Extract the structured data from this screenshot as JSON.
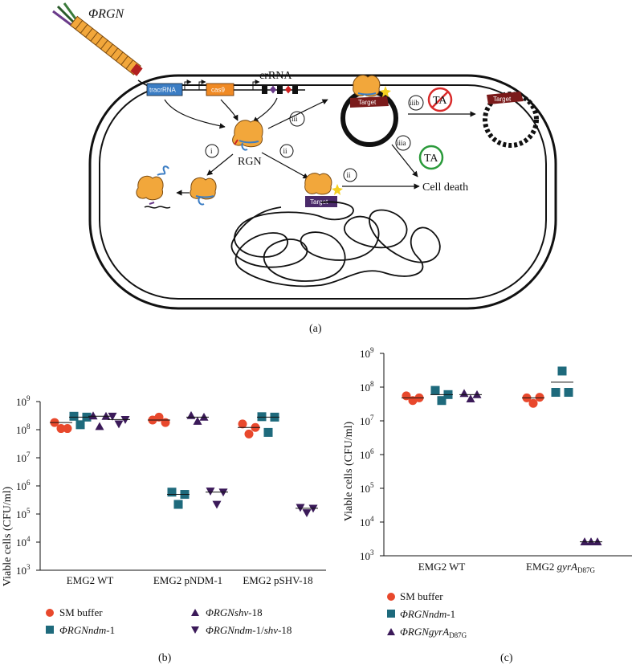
{
  "colors": {
    "sm": "#e8482c",
    "ndm": "#1e6a7c",
    "purple": "#3b1a59",
    "rgn": "#f2a73b",
    "target_dark": "#7a1a1a",
    "target_purple": "#4a2a6a",
    "ta_red": "#d92b2b",
    "ta_green": "#2a9a3a",
    "tracr": "#3b7dc4",
    "cas9": "#f08a24"
  },
  "panel_a": {
    "phage_label": "ΦRGN",
    "tracr_label": "tracrRNA",
    "cas9_label": "cas9",
    "crrna_label": "crRNA",
    "rgn_label": "RGN",
    "step_i": "i",
    "step_ii": "ii",
    "step_ii_b": "ii",
    "step_iii": "iii",
    "step_iiia": "iiia",
    "step_iiib": "iiib",
    "target_label": "Target",
    "ta_label": "TA",
    "cell_death": "Cell death",
    "caption": "(a)"
  },
  "panel_b": {
    "ylabel": "Viable cells (CFU/ml)",
    "y_ticks": [
      {
        "base": "10",
        "exp": "3"
      },
      {
        "base": "10",
        "exp": "4"
      },
      {
        "base": "10",
        "exp": "5"
      },
      {
        "base": "10",
        "exp": "6"
      },
      {
        "base": "10",
        "exp": "7"
      },
      {
        "base": "10",
        "exp": "8"
      },
      {
        "base": "10",
        "exp": "9"
      }
    ],
    "categories": [
      "EMG2 WT",
      "EMG2 pNDM-1",
      "EMG2 pSHV-18"
    ],
    "legend": {
      "sm": "SM buffer",
      "ndm_pre": "ΦRGN",
      "ndm_it": "ndm",
      "ndm_post": "-1",
      "shv_pre": "ΦRGN",
      "shv_it": "shv",
      "shv_post": "-18",
      "both_pre": "ΦRGN",
      "both_it1": "ndm",
      "both_mid": "-1/",
      "both_it2": "shv",
      "both_post": "-18"
    },
    "caption": "(b)"
  },
  "panel_c": {
    "ylabel": "Viable cells (CFU/ml)",
    "y_ticks": [
      {
        "base": "10",
        "exp": "3"
      },
      {
        "base": "10",
        "exp": "4"
      },
      {
        "base": "10",
        "exp": "5"
      },
      {
        "base": "10",
        "exp": "6"
      },
      {
        "base": "10",
        "exp": "7"
      },
      {
        "base": "10",
        "exp": "8"
      },
      {
        "base": "10",
        "exp": "9"
      }
    ],
    "cat1": "EMG2 WT",
    "cat2_pre": "EMG2 ",
    "cat2_it": "gyrA",
    "cat2_sub": "D87G",
    "legend": {
      "sm": "SM buffer",
      "ndm_pre": "ΦRGN",
      "ndm_it": "ndm",
      "ndm_post": "-1",
      "gyr_pre": "ΦRGN",
      "gyr_it": "gyrA",
      "gyr_sub": "D87G"
    },
    "caption": "(c)"
  },
  "chart_data": [
    {
      "type": "scatter",
      "title": "",
      "ylabel": "Viable cells (CFU/ml)",
      "yscale": "log",
      "ylim": [
        1000,
        1000000000
      ],
      "categories": [
        "EMG2 WT",
        "EMG2 pNDM-1",
        "EMG2 pSHV-18"
      ],
      "series": [
        {
          "name": "SM buffer",
          "marker": "circle",
          "color": "#e8482c",
          "values": [
            [
              180000000,
              110000000,
              110000000
            ],
            [
              220000000,
              280000000,
              180000000
            ],
            [
              160000000,
              70000000,
              120000000
            ]
          ],
          "median": [
            180000000,
            220000000,
            120000000
          ]
        },
        {
          "name": "ΦRGNndm-1",
          "marker": "square",
          "color": "#1e6a7c",
          "values": [
            [
              300000000,
              150000000,
              280000000
            ],
            [
              600000,
              220000,
              500000
            ],
            [
              290000000,
              80000000,
              280000000
            ]
          ],
          "median": [
            280000000,
            500000,
            280000000
          ]
        },
        {
          "name": "ΦRGNshv-18",
          "marker": "triangle-up",
          "color": "#3b1a59",
          "values": [
            [
              310000000,
              130000000,
              300000000
            ],
            [
              320000000,
              200000000,
              280000000
            ],
            null
          ],
          "median": [
            300000000,
            280000000,
            null
          ]
        },
        {
          "name": "ΦRGNndm-1/shv-18",
          "marker": "triangle-down",
          "color": "#3b1a59",
          "values": [
            [
              300000000,
              160000000,
              230000000
            ],
            [
              650000,
              220000,
              600000
            ],
            [
              170000,
              110000,
              160000
            ]
          ],
          "median": [
            230000000,
            600000,
            160000
          ]
        }
      ]
    },
    {
      "type": "scatter",
      "title": "",
      "ylabel": "Viable cells (CFU/ml)",
      "yscale": "log",
      "ylim": [
        1000,
        1000000000
      ],
      "categories": [
        "EMG2 WT",
        "EMG2 gyrAD87G"
      ],
      "series": [
        {
          "name": "SM buffer",
          "marker": "circle",
          "color": "#e8482c",
          "values": [
            [
              55000000,
              40000000,
              48000000
            ],
            [
              48000000,
              33000000,
              50000000
            ]
          ],
          "median": [
            48000000,
            48000000
          ]
        },
        {
          "name": "ΦRGNndm-1",
          "marker": "square",
          "color": "#1e6a7c",
          "values": [
            [
              80000000,
              40000000,
              60000000
            ],
            [
              70000000,
              300000000,
              70000000
            ]
          ],
          "median": [
            60000000,
            140000000
          ]
        },
        {
          "name": "ΦRGNgyrAD87G",
          "marker": "triangle-up",
          "color": "#3b1a59",
          "values": [
            [
              65000000,
              45000000,
              60000000
            ],
            [
              2600,
              2600,
              2600
            ]
          ],
          "median": [
            60000000,
            2600
          ]
        }
      ]
    }
  ]
}
